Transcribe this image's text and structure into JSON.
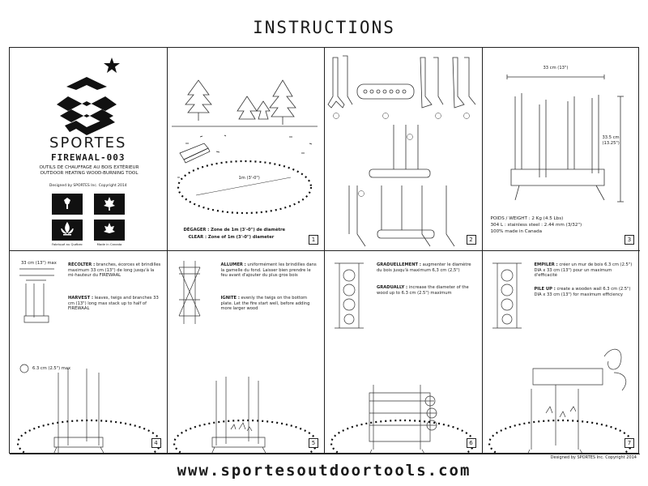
{
  "header": {
    "title": "INSTRUCTIONS"
  },
  "brand": {
    "name": "SPORTES",
    "model": "FIREWAAL-003",
    "description_fr": "OUTILS DE CHAUFFAGE AU BOIS EXTÉRIEUR",
    "description_en": "OUTDOOR HEATING WOOD-BURNING TOOL",
    "copyright": "Designed by SPORTES Inc. Copyright 2014",
    "flag_label_quebec": "Fabriqué au Québec",
    "flag_label_canada": "Made in Canada"
  },
  "panels": {
    "p1": {
      "step": "1",
      "dimension_label": "1m (3'-0\")",
      "degager": "DÉGAGER : Zone de 1m (3'-0\") de diamètre",
      "clear": "CLEAR : Zone of 1m (3'-0\") diameter"
    },
    "p2": {
      "step": "2"
    },
    "p3": {
      "step": "3",
      "width_label": "33 cm (13\")",
      "height_label": "33.5 cm (13.25\")",
      "weight": "POIDS / WEIGHT :   2 Kg (4.5 Lbs)",
      "material": "304 L : stainless steel : 2.44 mm (3/32\")",
      "origin": "100% made in Canada"
    },
    "p4": {
      "step": "4",
      "size_label": "33 cm (13\") max",
      "size_label2": "6.3 cm (2.5\") max",
      "fr_title": "RÉCOLTER :",
      "fr_text": "branches, écorces et brindilles maximum 33 cm (13\") de long jusqu'à la mi-hauteur du FIREWAAL",
      "en_title": "HARVEST :",
      "en_text": "leaves, twigs and branches 33 cm (13\") long max stack up to half of FIREWAAL"
    },
    "p5": {
      "step": "5",
      "fr_title": "ALLUMER :",
      "fr_text": "uniformément les brindilles dans la gamelle du fond. Laisser bien prendre le feu avant d'ajouter du plus gros bois",
      "en_title": "IGNITE :",
      "en_text": "evenly the twigs on the bottom plate. Let the fire start well, before adding more larger wood"
    },
    "p6": {
      "step": "6",
      "fr_title": "GRADUELLEMENT :",
      "fr_text": "augmenter le diamètre du bois jusqu'à maximum 6,3 cm (2,5\")",
      "en_title": "GRADUALLY :",
      "en_text": "increase the diameter of the wood up to 6.3 cm (2.5\") maximum"
    },
    "p7": {
      "step": "7",
      "fr_title": "EMPILER :",
      "fr_text": "créer un mur de bois 6.3 cm (2.5\") DIA x 33 cm (13\") pour un maximum d'efficacité",
      "en_title": "PILE UP :",
      "en_text": "create a wooden wall 6.3 cm (2.5\") DIA x 33 cm (13\") for maximum efficiency"
    }
  },
  "footer": {
    "copyright": "Designed by SPORTES Inc. Copyright 2014",
    "url": "www.sportesoutdoortools.com"
  }
}
